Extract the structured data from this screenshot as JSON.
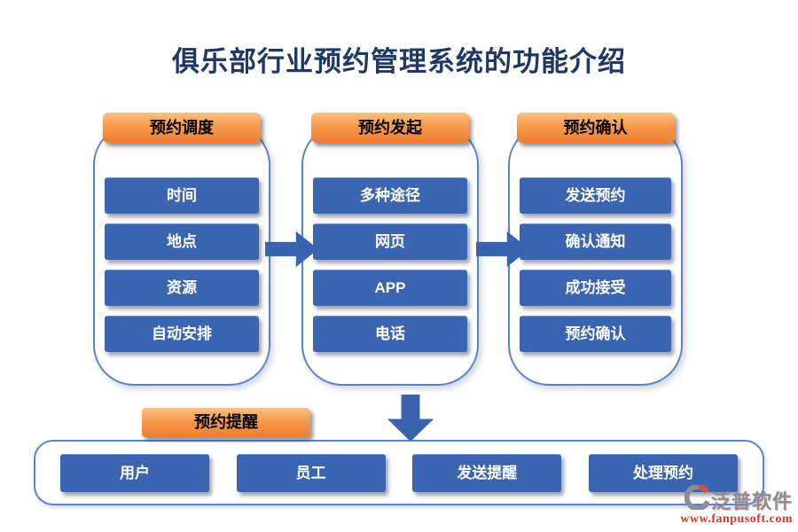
{
  "title": "俱乐部行业预约管理系统的功能介绍",
  "colors": {
    "title_navy": "#1f3864",
    "node_blue": "#3b65b0",
    "arrow_blue": "#3a63af",
    "header_orange_top": "#fcc180",
    "header_orange_bottom": "#ed7d31",
    "container_border_blue": "#5b83cc",
    "watermark_red": "#cf3a2e",
    "watermark_gray": "#8b8e96"
  },
  "panels": [
    {
      "header": "预约调度",
      "items": [
        "时间",
        "地点",
        "资源",
        "自动安排"
      ]
    },
    {
      "header": "预约发起",
      "items": [
        "多种途径",
        "网页",
        "APP",
        "电话"
      ]
    },
    {
      "header": "预约确认",
      "items": [
        "发送预约",
        "确认通知",
        "成功接受",
        "预约确认"
      ]
    }
  ],
  "bottom": {
    "header": "预约提醒",
    "items": [
      "用户",
      "员工",
      "发送提醒",
      "处理预约"
    ]
  },
  "watermark": {
    "brand": "泛普软件",
    "url": "www.fanpusoft.com"
  }
}
